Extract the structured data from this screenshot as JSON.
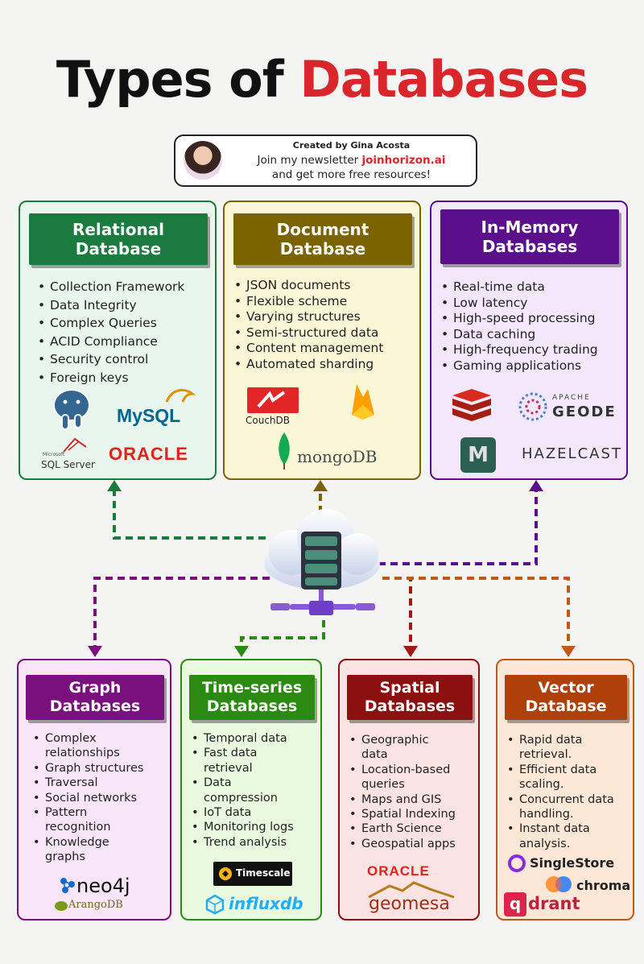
{
  "title": {
    "part1": "Types of",
    "part2": "Databases"
  },
  "author": {
    "created_by": "Created by Gina Acosta",
    "line1_prefix": "Join my newsletter ",
    "line1_link": "joinhorizon.ai",
    "line2": "and get more free resources!"
  },
  "colors": {
    "relational": "#1b7a3e",
    "document": "#7a6300",
    "inmemory": "#5c0f8b",
    "graph": "#7a0f7e",
    "timeseries": "#2a8a12",
    "spatial": "#8c1010",
    "vector": "#b0400a"
  },
  "relational": {
    "title1": "Relational",
    "title2": "Database",
    "items": [
      "Collection Framework",
      "Data Integrity",
      "Complex Queries",
      "ACID Compliance",
      "Security control",
      "Foreign keys"
    ],
    "logos": {
      "mysql": "MySQL",
      "sqlserver_small": "Microsoft",
      "sqlserver": "SQL Server",
      "oracle": "ORACLE",
      "postgres_icon": "elephant-icon"
    }
  },
  "document": {
    "title1": "Document",
    "title2": "Database",
    "items": [
      "JSON documents",
      "Flexible scheme",
      "Varying structures",
      "Semi-structured data",
      "Content management",
      "Automated sharding"
    ],
    "logos": {
      "couchdb": "CouchDB",
      "mongodb": "mongoDB",
      "firebase_icon": "flame-icon"
    }
  },
  "inmemory": {
    "title1": "In-Memory",
    "title2": "Databases",
    "items": [
      "Real-time data",
      "Low latency",
      "High-speed processing",
      "Data caching",
      "High-frequency trading",
      "Gaming applications"
    ],
    "logos": {
      "geode_small": "APACHE",
      "geode": "GEODE",
      "hazelcast": "HAZELCAST",
      "memcached_letter": "M",
      "redis_icon": "redis-icon"
    }
  },
  "graph": {
    "title1": "Graph",
    "title2": "Databases",
    "items": [
      "Complex",
      "relationships",
      "Graph structures",
      "Traversal",
      "Social networks",
      "Pattern",
      "recognition",
      "Knowledge",
      "graphs"
    ],
    "bullets": [
      true,
      false,
      true,
      true,
      true,
      true,
      false,
      true,
      false
    ],
    "logos": {
      "neo4j": "neo4j",
      "arangodb": "ArangoDB"
    }
  },
  "timeseries": {
    "title1": "Time-series",
    "title2": "Databases",
    "items": [
      "Temporal data",
      "Fast data",
      "retrieval",
      "Data",
      "compression",
      "IoT data",
      "Monitoring logs",
      "Trend analysis"
    ],
    "bullets": [
      true,
      true,
      false,
      true,
      false,
      true,
      true,
      true
    ],
    "logos": {
      "timescale": "Timescale",
      "influxdb": "influxdb"
    }
  },
  "spatial": {
    "title1": "Spatial",
    "title2": "Databases",
    "items": [
      "Geographic",
      "data",
      "Location-based",
      "queries",
      "Maps and GIS",
      "Spatial Indexing",
      "Earth Science",
      "Geospatial apps"
    ],
    "bullets": [
      true,
      false,
      true,
      false,
      true,
      true,
      true,
      true
    ],
    "logos": {
      "oracle": "ORACLE",
      "geomesa": "geomesa"
    }
  },
  "vector": {
    "title1": "Vector",
    "title2": "Database",
    "items": [
      "Rapid data",
      "retrieval.",
      "Efficient data",
      "scaling.",
      "Concurrent data",
      "handling.",
      "Instant data",
      "analysis."
    ],
    "bullets": [
      true,
      false,
      true,
      false,
      true,
      false,
      true,
      false
    ],
    "logos": {
      "singlestore": "SingleStore",
      "chroma": "chroma",
      "qdrant_q": "q",
      "qdrant": "drant"
    }
  }
}
